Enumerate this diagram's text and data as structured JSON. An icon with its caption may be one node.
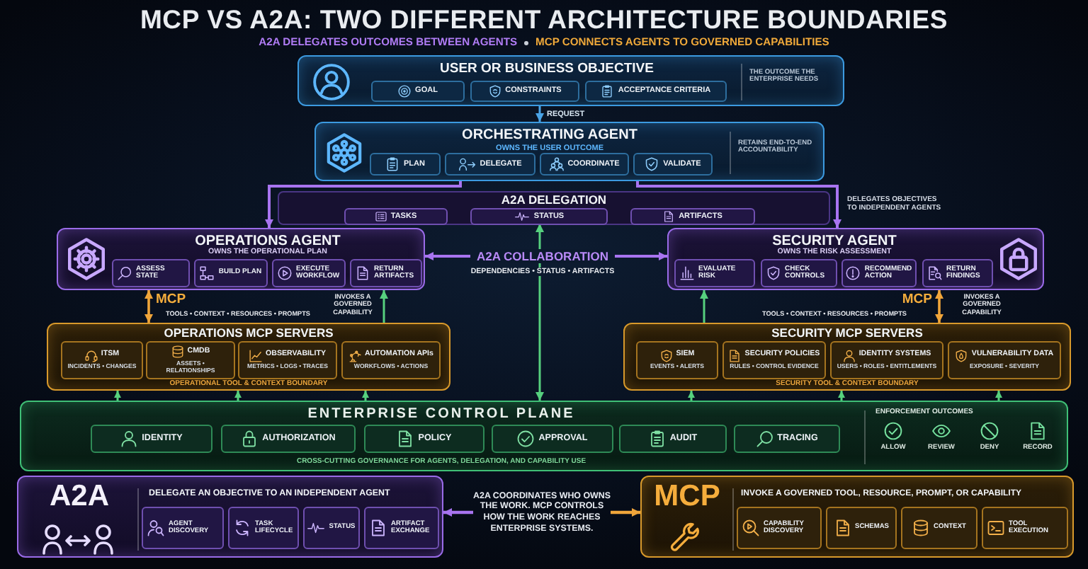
{
  "diagram": {
    "title": "MCP VS A2A: TWO DIFFERENT ARCHITECTURE BOUNDARIES",
    "nodes": [
      {
        "text": [
          "USER OR BUSINESS OBJECTIVE",
          "THE OUTCOME THE ENTERPRISE NEEDS"
        ]
      },
      {
        "text": [
          "GOAL"
        ],
        "in": 0
      },
      {
        "text": [
          "CONSTRAINTS"
        ],
        "in": 0
      },
      {
        "text": [
          "ACCEPTANCE CRITERIA"
        ],
        "in": 0
      },
      {
        "text": [
          "ORCHESTRATING AGENT",
          "OWNS THE USER OUTCOME",
          "RETAINS END-TO-END ACCOUNTABILITY"
        ]
      },
      {
        "text": [
          "PLAN"
        ],
        "in": 4
      },
      {
        "text": [
          "DELEGATE"
        ],
        "in": 4
      },
      {
        "text": [
          "COORDINATE"
        ],
        "in": 4
      },
      {
        "text": [
          "VALIDATE"
        ],
        "in": 4
      },
      {
        "text": [
          "A2A DELEGATION"
        ]
      },
      {
        "text": [
          "TASKS"
        ],
        "in": 9
      },
      {
        "text": [
          "STATUS"
        ],
        "in": 9
      },
      {
        "text": [
          "ARTIFACTS"
        ],
        "in": 9
      },
      {
        "text": [
          "OPERATIONS AGENT",
          "OWNS THE OPERATIONAL PLAN"
        ]
      },
      {
        "text": [
          "ASSESS STATE"
        ],
        "in": 13
      },
      {
        "text": [
          "BUILD PLAN"
        ],
        "in": 13
      },
      {
        "text": [
          "EXECUTE WORKFLOW"
        ],
        "in": 13
      },
      {
        "text": [
          "RETURN ARTIFACTS"
        ],
        "in": 13
      },
      {
        "text": [
          "SECURITY AGENT",
          "OWNS THE RISK ASSESSMENT"
        ]
      },
      {
        "text": [
          "EVALUATE RISK"
        ],
        "in": 18
      },
      {
        "text": [
          "CHECK CONTROLS"
        ],
        "in": 18
      },
      {
        "text": [
          "RECOMMEND ACTION"
        ],
        "in": 18
      },
      {
        "text": [
          "RETURN FINDINGS"
        ],
        "in": 18
      },
      {
        "text": [
          "OPERATIONS MCP SERVERS",
          "OPERATIONAL TOOL & CONTEXT BOUNDARY"
        ]
      },
      {
        "text": [
          "ITSM",
          "INCIDENTS • CHANGES"
        ],
        "in": 23
      },
      {
        "text": [
          "CMDB",
          "ASSETS • RELATIONSHIPS"
        ],
        "in": 23
      },
      {
        "text": [
          "OBSERVABILITY",
          "METRICS • LOGS • TRACES"
        ],
        "in": 23
      },
      {
        "text": [
          "AUTOMATION APIs",
          "WORKFLOWS • ACTIONS"
        ],
        "in": 23
      },
      {
        "text": [
          "SECURITY MCP SERVERS",
          "SECURITY TOOL & CONTEXT BOUNDARY"
        ]
      },
      {
        "text": [
          "SIEM",
          "EVENTS • ALERTS"
        ],
        "in": 28
      },
      {
        "text": [
          "SECURITY POLICIES",
          "RULES • CONTROL EVIDENCE"
        ],
        "in": 28
      },
      {
        "text": [
          "IDENTITY SYSTEMS",
          "USERS • ROLES • ENTITLEMENTS"
        ],
        "in": 28
      },
      {
        "text": [
          "VULNERABILITY DATA",
          "EXPOSURE • SEVERITY"
        ],
        "in": 28
      },
      {
        "text": [
          "ENTERPRISE CONTROL PLANE",
          "CROSS-CUTTING GOVERNANCE FOR AGENTS, DELEGATION, AND CAPABILITY USE",
          "ENFORCEMENT OUTCOMES",
          "ALLOW",
          "REVIEW",
          "DENY",
          "RECORD"
        ]
      },
      {
        "text": [
          "IDENTITY"
        ],
        "in": 33
      },
      {
        "text": [
          "AUTHORIZATION"
        ],
        "in": 33
      },
      {
        "text": [
          "POLICY"
        ],
        "in": 33
      },
      {
        "text": [
          "APPROVAL"
        ],
        "in": 33
      },
      {
        "text": [
          "AUDIT"
        ],
        "in": 33
      },
      {
        "text": [
          "TRACING"
        ],
        "in": 33
      },
      {
        "text": [
          "A2A",
          "DELEGATE AN OBJECTIVE TO AN INDEPENDENT AGENT"
        ]
      },
      {
        "text": [
          "AGENT DISCOVERY"
        ],
        "in": 40
      },
      {
        "text": [
          "TASK LIFECYCLE"
        ],
        "in": 40
      },
      {
        "text": [
          "STATUS"
        ],
        "in": 40
      },
      {
        "text": [
          "ARTIFACT EXCHANGE"
        ],
        "in": 40
      },
      {
        "text": [
          "A2A COORDINATES WHO OWNS THE WORK. MCP CONTROLS HOW THE WORK REACHES ENTERPRISE SYSTEMS."
        ]
      },
      {
        "text": [
          "MCP",
          "INVOKE A GOVERNED TOOL, RESOURCE, PROMPT, OR CAPABILITY"
        ]
      },
      {
        "text": [
          "CAPABILITY DISCOVERY"
        ],
        "in": 46
      },
      {
        "text": [
          "SCHEMAS"
        ],
        "in": 46
      },
      {
        "text": [
          "CONTEXT"
        ],
        "in": 46
      },
      {
        "text": [
          "TOOL EXECUTION"
        ],
        "in": 46
      }
    ],
    "edges": [
      {
        "from": 0,
        "to": 4,
        "arrow": "to",
        "label": "REQUEST",
        "color": "#4aa3e6"
      },
      {
        "from": 4,
        "to": 13,
        "arrow": "to",
        "color": "#a874f0"
      },
      {
        "from": 4,
        "to": 18,
        "arrow": "to",
        "color": "#a874f0"
      },
      {
        "from": 13,
        "to": 18,
        "arrow": "both",
        "label": "A2A COLLABORATION",
        "color": "#a874f0"
      },
      {
        "from": 33,
        "to": 11,
        "arrow": "both"
      },
      {
        "from": 13,
        "to": 23,
        "arrow": "both",
        "label": "MCP",
        "color": "#f0a53a"
      },
      {
        "from": 23,
        "to": 13,
        "arrow": "to"
      },
      {
        "from": 28,
        "to": 18,
        "arrow": "to"
      },
      {
        "from": 18,
        "to": 28,
        "arrow": "both",
        "label": "MCP",
        "color": "#f0a53a"
      },
      {
        "from": 33,
        "to": 23,
        "arrow": "to"
      },
      {
        "from": 33,
        "to": 23,
        "arrow": "to"
      },
      {
        "from": 33,
        "to": 23,
        "arrow": "to"
      },
      {
        "from": 33,
        "to": 28,
        "arrow": "to"
      },
      {
        "from": 33,
        "to": 28,
        "arrow": "to"
      },
      {
        "from": 33,
        "to": 28,
        "arrow": "to"
      },
      {
        "from": 45,
        "to": 40,
        "arrow": "to",
        "color": "#a874f0"
      },
      {
        "from": 45,
        "to": 46,
        "arrow": "to",
        "color": "#f0a53a"
      }
    ],
    "labels": [
      "A2A DELEGATES OUTCOMES BETWEEN AGENTS",
      "MCP CONNECTS AGENTS TO GOVERNED CAPABILITIES",
      "DELEGATES OBJECTIVES TO INDEPENDENT AGENTS",
      "DEPENDENCIES • STATUS • ARTIFACTS",
      "TOOLS • CONTEXT • RESOURCES • PROMPTS",
      "INVOKES A GOVERNED CAPABILITY",
      "TOOLS • CONTEXT • RESOURCES • PROMPTS",
      "INVOKES A GOVERNED CAPABILITY"
    ]
  }
}
